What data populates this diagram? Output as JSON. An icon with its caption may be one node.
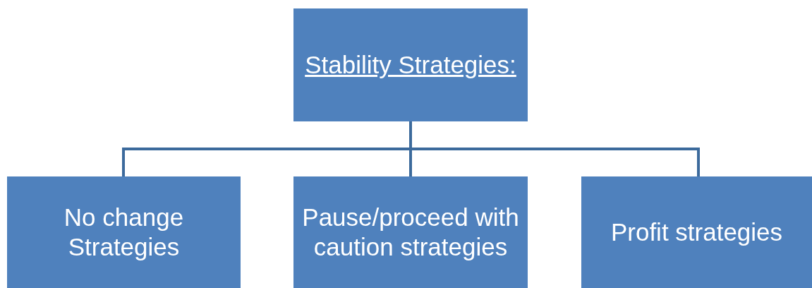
{
  "diagram": {
    "nodes": [
      {
        "text": [
          "Stability Strategies:"
        ]
      },
      {
        "text": [
          "No change Strategies"
        ]
      },
      {
        "text": [
          "Pause/proceed with caution strategies"
        ]
      },
      {
        "text": [
          "Profit strategies"
        ]
      }
    ],
    "edges": [
      {
        "from": 0,
        "to": 1,
        "arrow": "none"
      },
      {
        "from": 0,
        "to": 2,
        "arrow": "none"
      },
      {
        "from": 0,
        "to": 3,
        "arrow": "none"
      }
    ]
  }
}
